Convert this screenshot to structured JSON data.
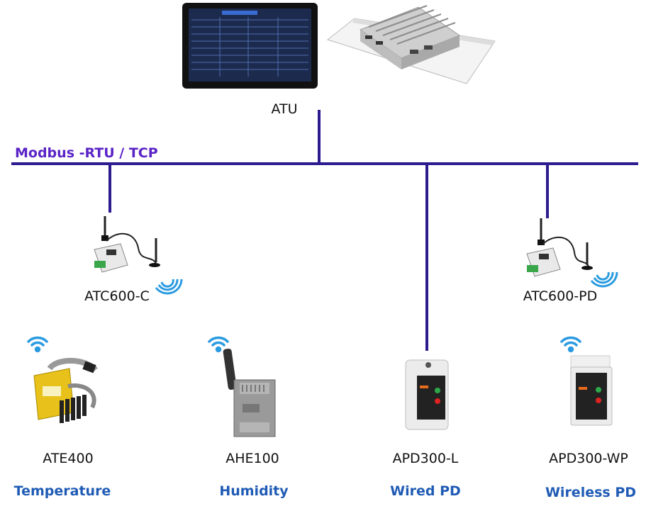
{
  "colors": {
    "bus": "#2b1b8f",
    "category_text": "#1f5bb5",
    "bus_label_text": "#5a24c6",
    "wifi": "#2a9be0"
  },
  "bus": {
    "label": "Modbus -RTU / TCP"
  },
  "atu": {
    "label": "ATU",
    "icon": "touchscreen-and-industrial-pc"
  },
  "gateways": [
    {
      "label": "ATC600-C",
      "icon": "wireless-gateway-with-antennas"
    },
    {
      "label": "ATC600-PD",
      "icon": "wireless-gateway-with-antennas"
    }
  ],
  "devices": [
    {
      "label": "ATE400",
      "category": "Temperature",
      "icon": "clamp-temperature-sensor",
      "wireless": true
    },
    {
      "label": "AHE100",
      "category": "Humidity",
      "icon": "din-rail-humidity-sensor",
      "wireless": true
    },
    {
      "label": "APD300-L",
      "category": "Wired PD",
      "icon": "wired-partial-discharge-sensor",
      "wireless": false
    },
    {
      "label": "APD300-WP",
      "category": "Wireless PD",
      "icon": "wireless-partial-discharge-sensor",
      "wireless": true
    }
  ]
}
